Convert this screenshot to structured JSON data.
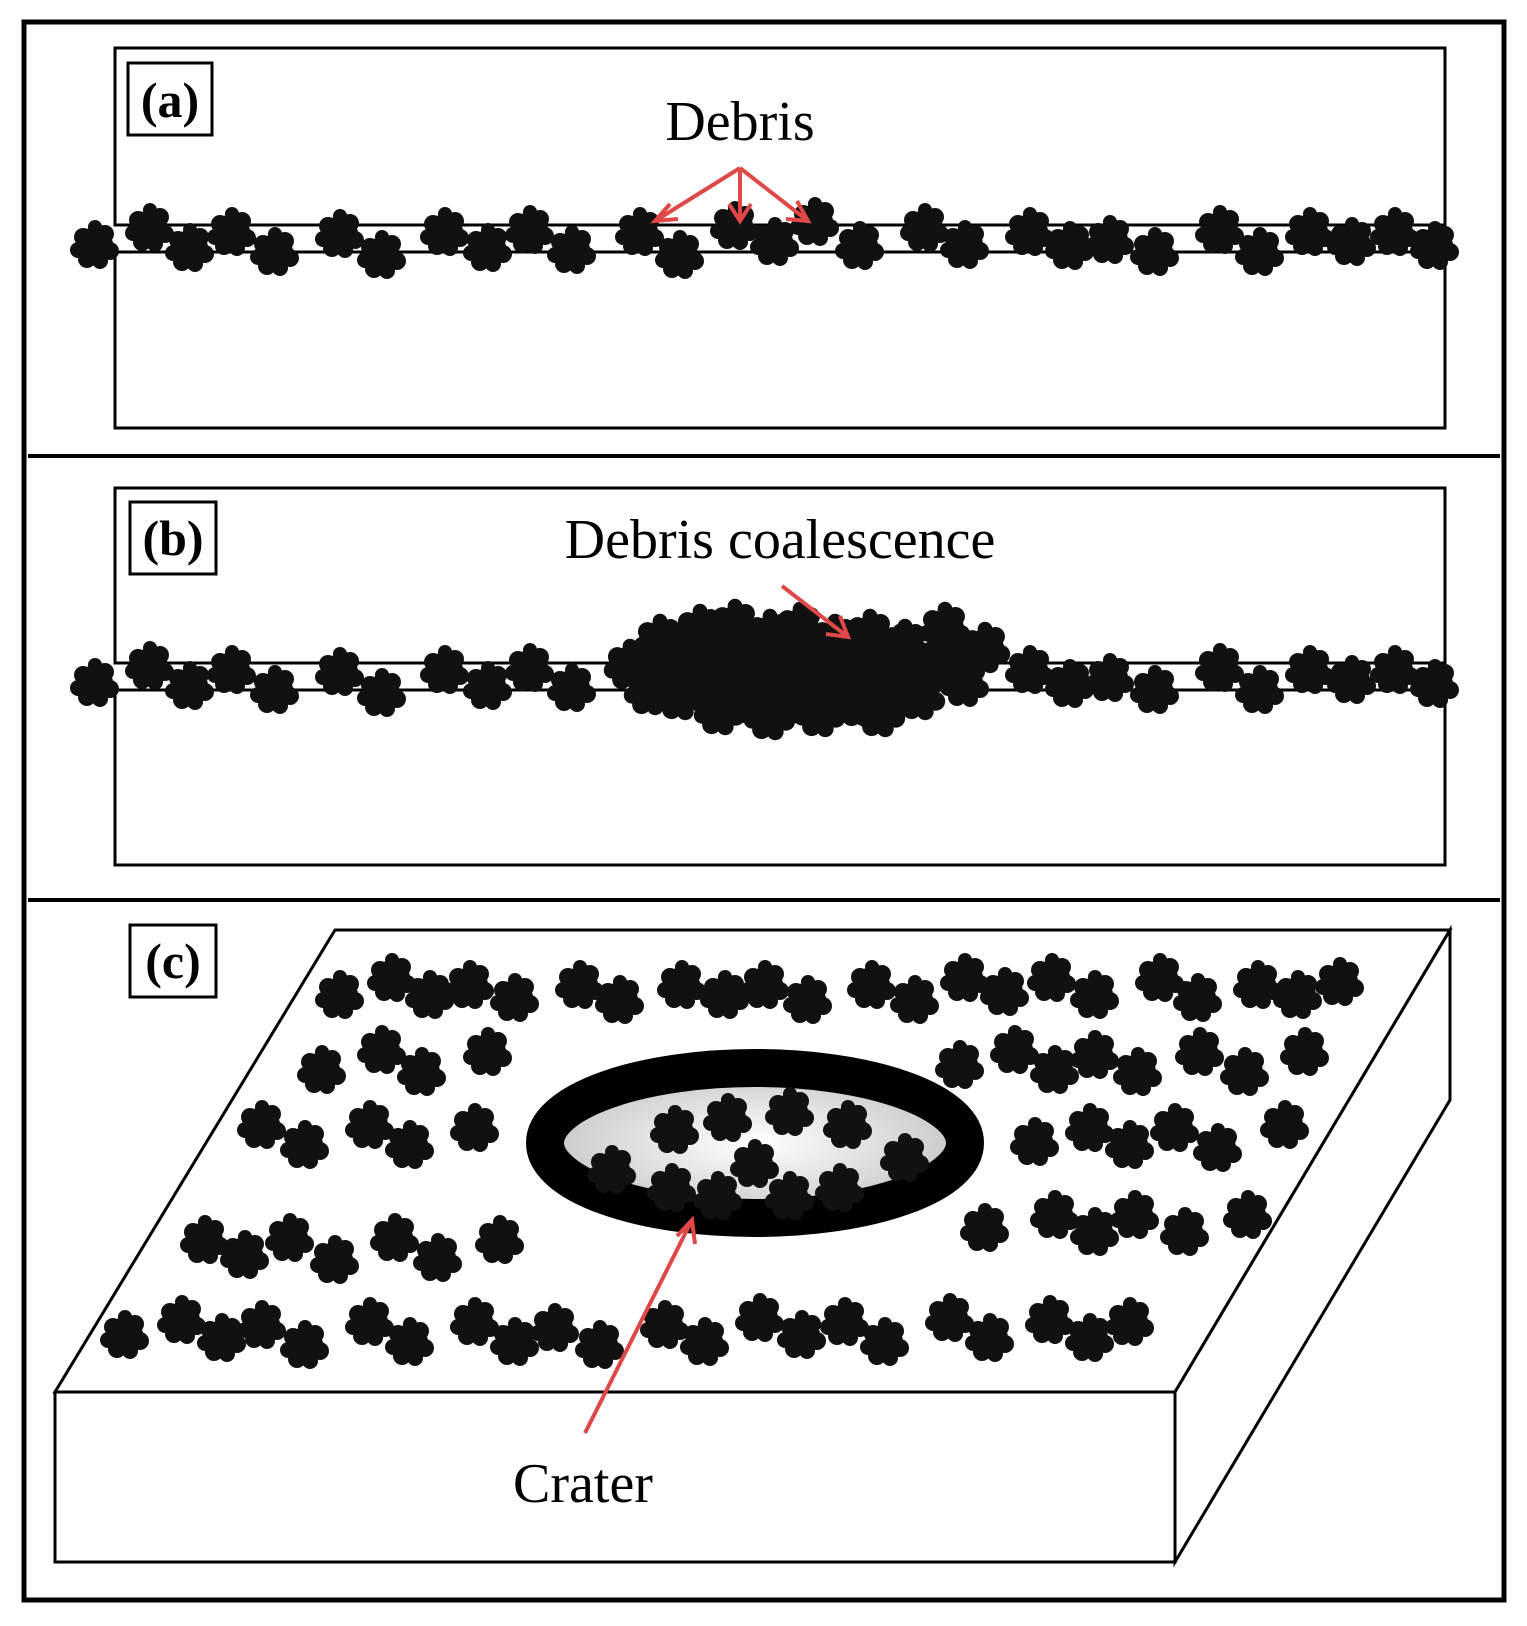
{
  "panels": [
    {
      "label": "(a)",
      "annotation": "Debris"
    },
    {
      "label": "(b)",
      "annotation": "Debris coalescence"
    },
    {
      "label": "(c)",
      "annotation": "Crater"
    }
  ],
  "colors": {
    "particle": "#111111",
    "arrow": "#e04848",
    "outline": "#000000",
    "crater_fill": "#d8d8d8"
  }
}
